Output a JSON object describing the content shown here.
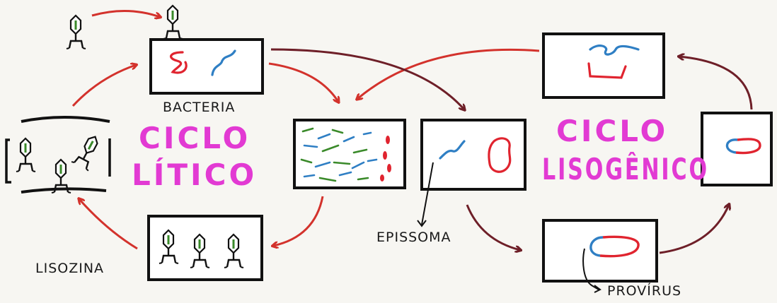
{
  "labels": {
    "bacteria": "BACTERIA",
    "lisozina": "LISOZINA",
    "epissoma": "EPISSOMA",
    "provirus": "PROVÍRUS"
  },
  "titles": {
    "lytic_line1": "CICLO",
    "lytic_line2": "LÍTICO",
    "lysogenic_line1": "CICLO",
    "lysogenic_line2": "LISOGÊNICO"
  },
  "colors": {
    "title_magenta": "#e23ad3",
    "arrow_red": "#d3322c",
    "arrow_maroon": "#6e1f28",
    "dna_red": "#e0242f",
    "dna_blue": "#2f7fc4",
    "fragment_green": "#3a8a2a",
    "ink": "#111111"
  },
  "icons": [
    "bacteriophage-icon",
    "viral-dna-icon",
    "bacterial-dna-icon"
  ]
}
